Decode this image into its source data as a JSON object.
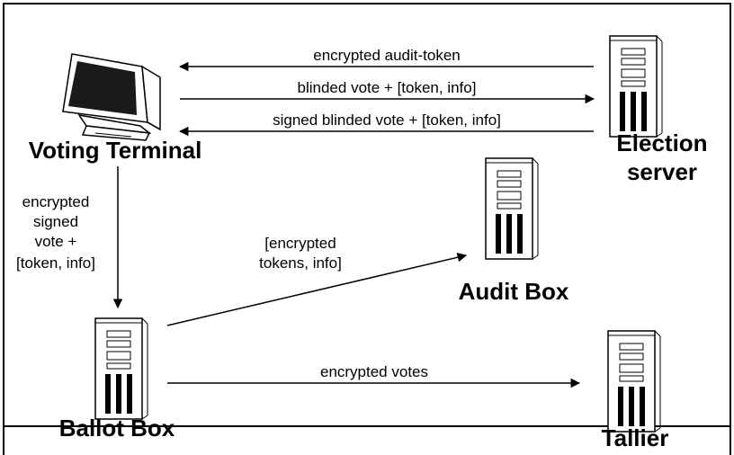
{
  "nodes": {
    "voting_terminal": "Voting Terminal",
    "election_server": [
      "Election",
      "server"
    ],
    "audit_box": "Audit Box",
    "ballot_box": "Ballot Box",
    "tallier": "Tallier"
  },
  "edges": {
    "audit_token": "encrypted audit-token",
    "blinded_vote": "blinded vote + [token, info]",
    "signed_blinded_vote": "signed blinded vote + [token, info]",
    "terminal_to_ballot": [
      "encrypted",
      "signed",
      "vote +",
      "[token, info]"
    ],
    "ballot_to_audit": [
      "[encrypted",
      "tokens, info]"
    ],
    "ballot_to_tallier": "encrypted votes"
  },
  "icons": {
    "terminal": "computer-terminal-icon",
    "server": "server-tower-icon"
  }
}
